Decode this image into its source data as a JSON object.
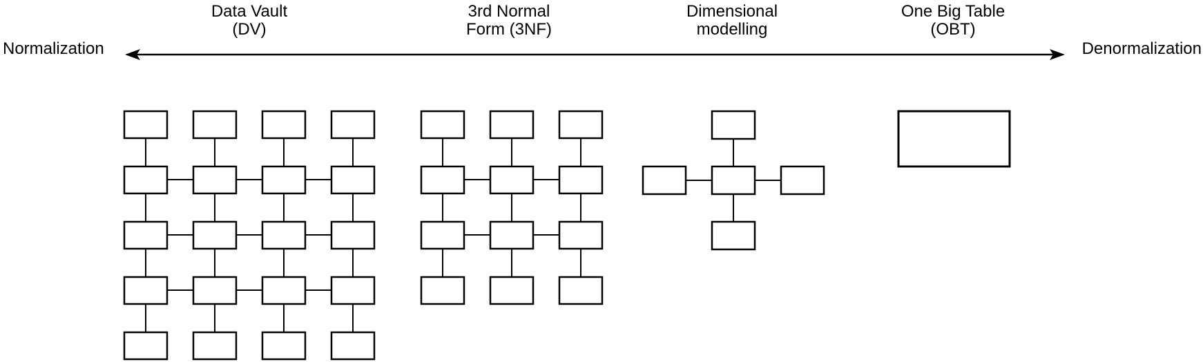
{
  "page": {
    "background": "#ffffff",
    "ink": "#000000"
  },
  "axis": {
    "left_label": "Normalization",
    "right_label": "Denormalization"
  },
  "categories": [
    {
      "id": "data-vault",
      "line1": "Data Vault",
      "line2": "(DV)"
    },
    {
      "id": "3nf",
      "line1": "3rd Normal",
      "line2": "Form (3NF)"
    },
    {
      "id": "dimensional",
      "line1": "Dimensional",
      "line2": "modelling"
    },
    {
      "id": "obt",
      "line1": "One Big Table",
      "line2": "(OBT)"
    }
  ],
  "diagrams": [
    {
      "id": "data-vault-schema",
      "box_stroke": 2.5,
      "boxes": [
        [
          180,
          161,
          62,
          39
        ],
        [
          280,
          161,
          62,
          39
        ],
        [
          380,
          161,
          62,
          39
        ],
        [
          480,
          161,
          62,
          39
        ],
        [
          180,
          241,
          62,
          39
        ],
        [
          280,
          241,
          62,
          39
        ],
        [
          380,
          241,
          62,
          39
        ],
        [
          480,
          241,
          62,
          39
        ],
        [
          180,
          321,
          62,
          39
        ],
        [
          280,
          321,
          62,
          39
        ],
        [
          380,
          321,
          62,
          39
        ],
        [
          480,
          321,
          62,
          39
        ],
        [
          180,
          401,
          62,
          39
        ],
        [
          280,
          401,
          62,
          39
        ],
        [
          380,
          401,
          62,
          39
        ],
        [
          480,
          401,
          62,
          39
        ],
        [
          180,
          481,
          62,
          39
        ],
        [
          280,
          481,
          62,
          39
        ],
        [
          380,
          481,
          62,
          39
        ],
        [
          480,
          481,
          62,
          39
        ]
      ],
      "links": [
        [
          211,
          200,
          211,
          241
        ],
        [
          211,
          280,
          211,
          321
        ],
        [
          211,
          360,
          211,
          401
        ],
        [
          211,
          440,
          211,
          481
        ],
        [
          311,
          200,
          311,
          241
        ],
        [
          311,
          280,
          311,
          321
        ],
        [
          311,
          360,
          311,
          401
        ],
        [
          311,
          440,
          311,
          481
        ],
        [
          411,
          200,
          411,
          241
        ],
        [
          411,
          280,
          411,
          321
        ],
        [
          411,
          360,
          411,
          401
        ],
        [
          411,
          440,
          411,
          481
        ],
        [
          511,
          200,
          511,
          241
        ],
        [
          511,
          280,
          511,
          321
        ],
        [
          511,
          360,
          511,
          401
        ],
        [
          511,
          440,
          511,
          481
        ],
        [
          242,
          260,
          280,
          260
        ],
        [
          342,
          260,
          380,
          260
        ],
        [
          442,
          260,
          480,
          260
        ],
        [
          242,
          340,
          280,
          340
        ],
        [
          342,
          340,
          380,
          340
        ],
        [
          442,
          340,
          480,
          340
        ],
        [
          242,
          420,
          280,
          420
        ],
        [
          342,
          420,
          380,
          420
        ],
        [
          442,
          420,
          480,
          420
        ]
      ]
    },
    {
      "id": "third-normal-form-schema",
      "box_stroke": 2.5,
      "boxes": [
        [
          610,
          161,
          62,
          39
        ],
        [
          710,
          161,
          62,
          39
        ],
        [
          810,
          161,
          62,
          39
        ],
        [
          610,
          241,
          62,
          39
        ],
        [
          710,
          241,
          62,
          39
        ],
        [
          810,
          241,
          62,
          39
        ],
        [
          610,
          321,
          62,
          39
        ],
        [
          710,
          321,
          62,
          39
        ],
        [
          810,
          321,
          62,
          39
        ],
        [
          610,
          401,
          62,
          39
        ],
        [
          710,
          401,
          62,
          39
        ],
        [
          810,
          401,
          62,
          39
        ]
      ],
      "links": [
        [
          641,
          200,
          641,
          241
        ],
        [
          641,
          280,
          641,
          321
        ],
        [
          641,
          360,
          641,
          401
        ],
        [
          741,
          200,
          741,
          241
        ],
        [
          741,
          280,
          741,
          321
        ],
        [
          741,
          360,
          741,
          401
        ],
        [
          841,
          200,
          841,
          241
        ],
        [
          841,
          280,
          841,
          321
        ],
        [
          841,
          360,
          841,
          401
        ],
        [
          672,
          260,
          710,
          260
        ],
        [
          772,
          260,
          810,
          260
        ],
        [
          672,
          340,
          710,
          340
        ],
        [
          772,
          340,
          810,
          340
        ]
      ]
    },
    {
      "id": "dimensional-star-schema",
      "box_stroke": 2.5,
      "boxes": [
        [
          1031,
          161,
          62,
          40
        ],
        [
          931,
          241,
          62,
          40
        ],
        [
          1031,
          241,
          62,
          40
        ],
        [
          1131,
          241,
          62,
          40
        ],
        [
          1031,
          321,
          62,
          40
        ]
      ],
      "links": [
        [
          1062,
          201,
          1062,
          241
        ],
        [
          1062,
          281,
          1062,
          321
        ],
        [
          993,
          261,
          1031,
          261
        ],
        [
          1093,
          261,
          1131,
          261
        ]
      ]
    },
    {
      "id": "one-big-table-schema",
      "box_stroke": 3,
      "boxes": [
        [
          1301,
          161,
          161,
          80
        ]
      ],
      "links": []
    }
  ]
}
